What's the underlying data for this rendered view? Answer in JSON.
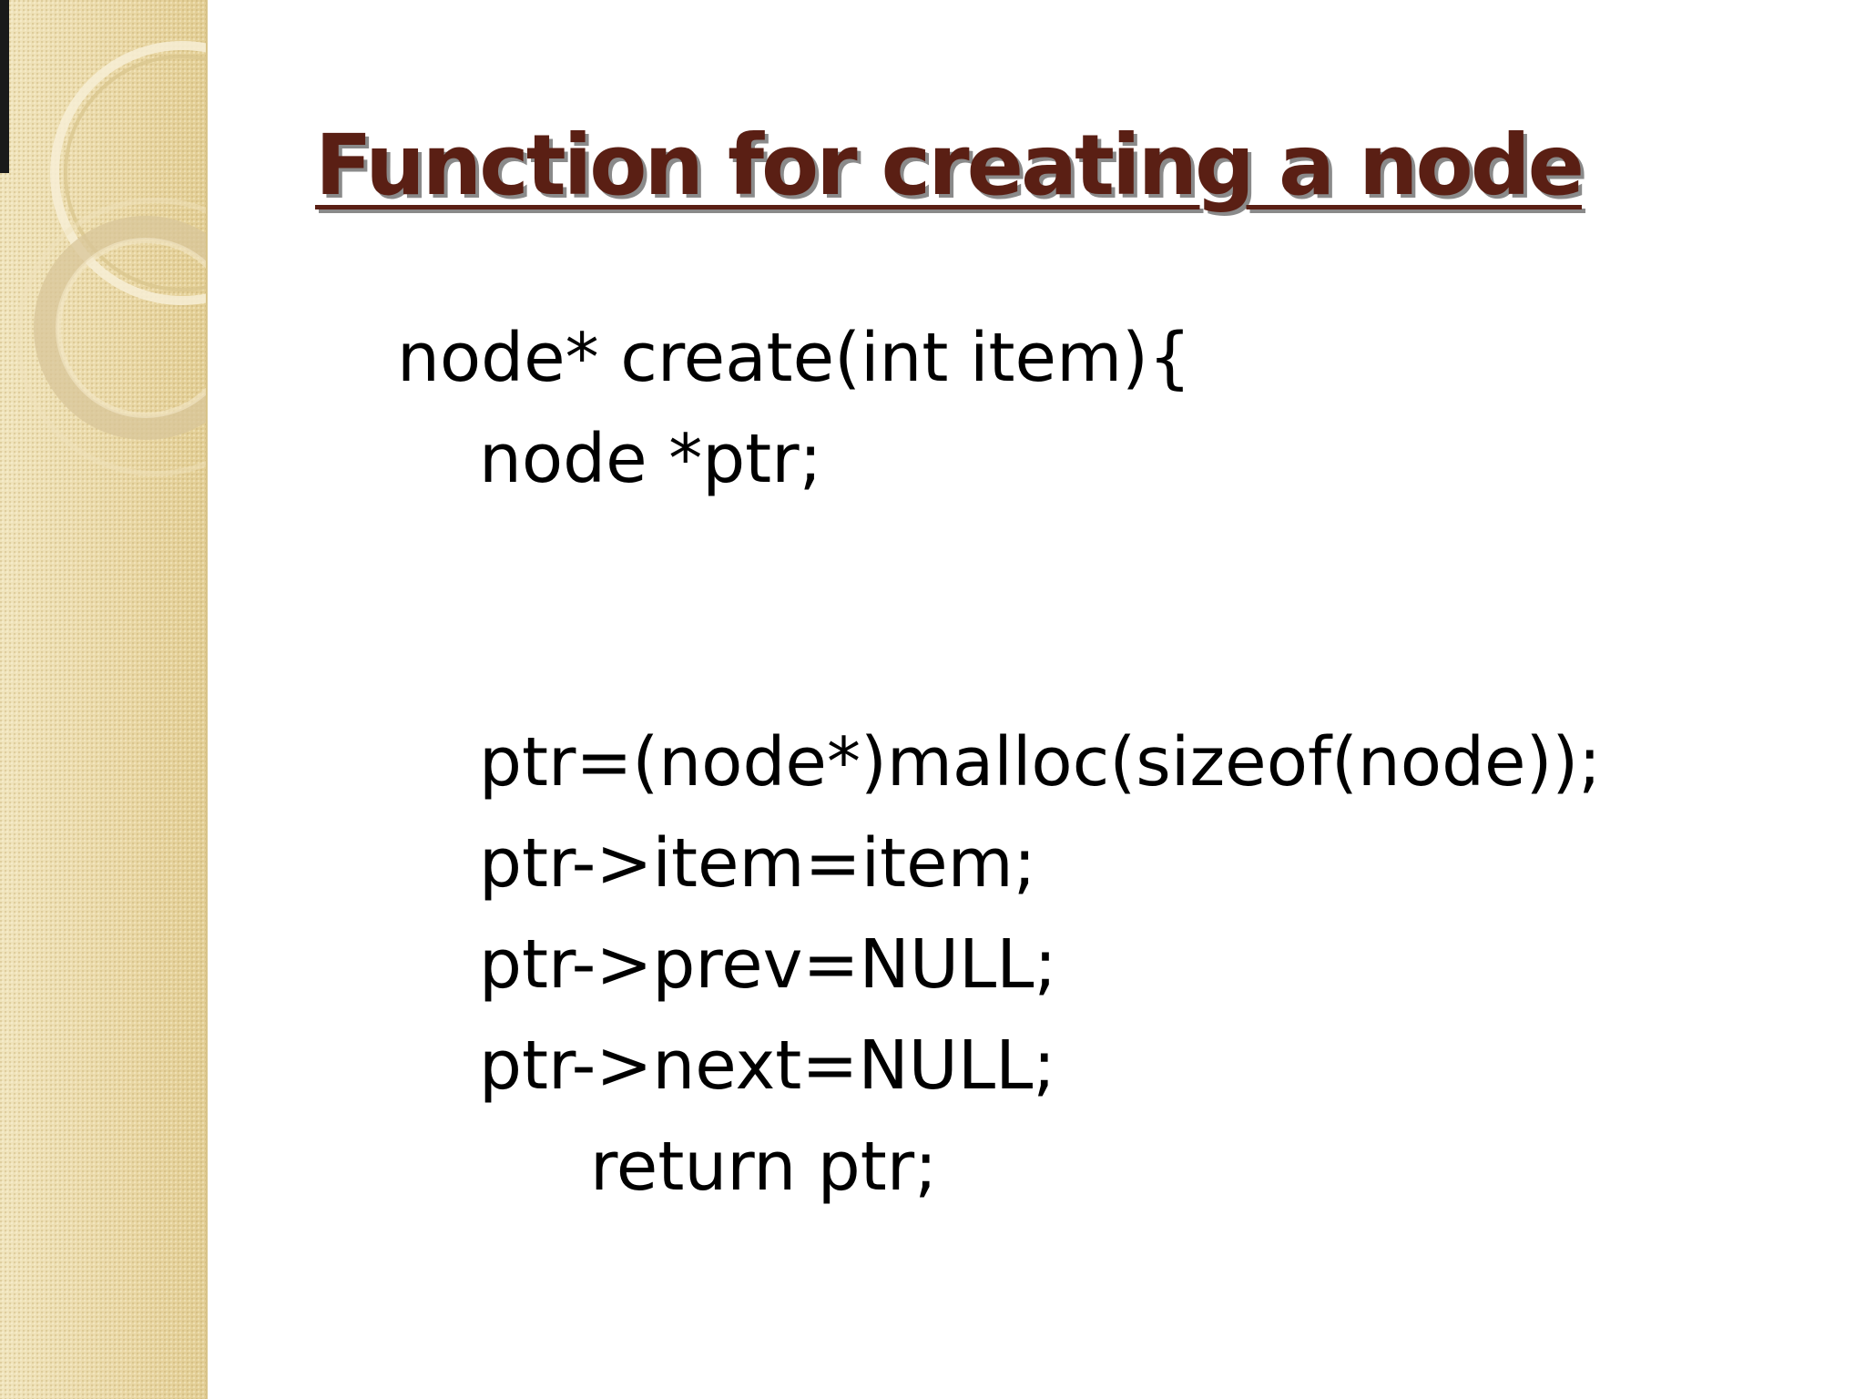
{
  "slide": {
    "title": "Function for creating a node",
    "code_lines": [
      "node* create(int item){",
      "node *ptr;",
      "ptr=(node*)malloc(sizeof(node));",
      "ptr->item=item;",
      "ptr->prev=NULL;",
      "ptr->next=NULL;",
      "return ptr;"
    ]
  },
  "theme": {
    "title_color": "#5a1f14",
    "side_panel_color": "#ead9a8",
    "text_color": "#000000"
  }
}
